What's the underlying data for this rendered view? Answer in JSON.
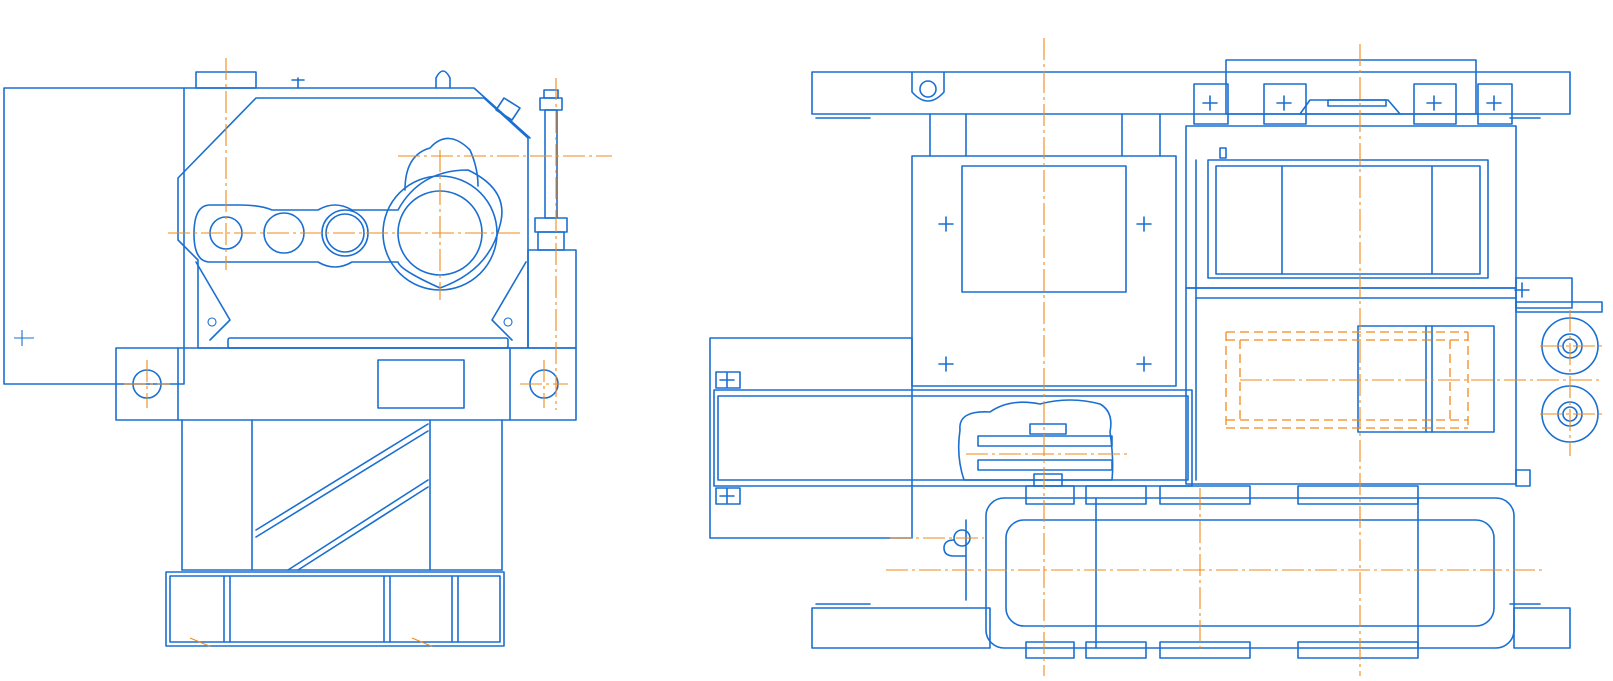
{
  "colors": {
    "background": "#ffffff",
    "outline": "#1a6fd1",
    "centerline": "#f08a1c"
  },
  "drawing": {
    "type": "mechanical-engineering-drawing",
    "views": [
      "side-view",
      "front-view"
    ],
    "text_labels": []
  }
}
